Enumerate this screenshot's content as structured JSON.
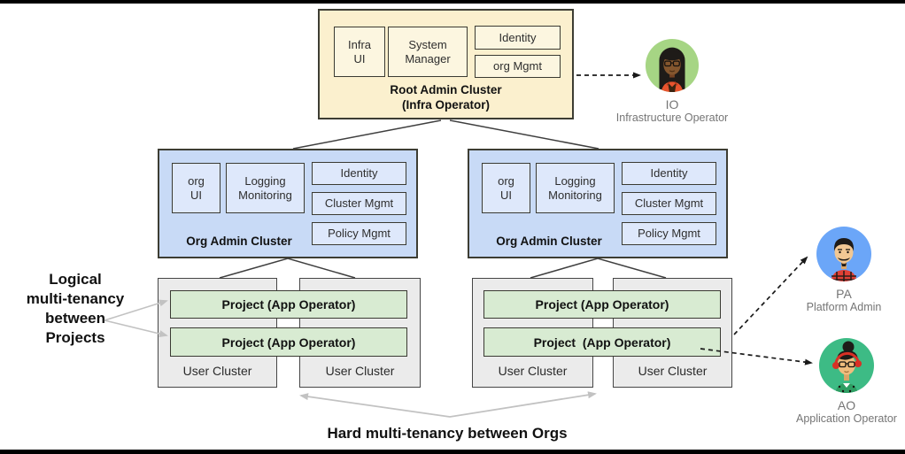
{
  "root_cluster": {
    "title": "Root Admin Cluster\n(Infra Operator)",
    "components": {
      "infra_ui": "Infra\nUI",
      "system_manager": "System\nManager",
      "identity": "Identity",
      "org_mgmt": "org Mgmt"
    }
  },
  "org_clusters": [
    {
      "title": "Org Admin Cluster",
      "components": {
        "org_ui": "org\nUI",
        "logging": "Logging\nMonitoring",
        "identity": "Identity",
        "cluster_mgmt": "Cluster Mgmt",
        "policy_mgmt": "Policy Mgmt"
      }
    },
    {
      "title": "Org Admin Cluster",
      "components": {
        "org_ui": "org\nUI",
        "logging": "Logging\nMonitoring",
        "identity": "Identity",
        "cluster_mgmt": "Cluster Mgmt",
        "policy_mgmt": "Policy Mgmt"
      }
    }
  ],
  "user_groups": [
    {
      "projects": [
        "Project (App Operator)",
        "Project (App Operator)"
      ],
      "clusters": [
        "User Cluster",
        "User Cluster"
      ]
    },
    {
      "projects": [
        "Project (App Operator)",
        "Project  (App Operator)"
      ],
      "clusters": [
        "User Cluster",
        "User Cluster"
      ]
    }
  ],
  "annotations": {
    "left_note": "Logical\nmulti-tenancy\nbetween\nProjects",
    "bottom_note": "Hard multi-tenancy between Orgs"
  },
  "actors": [
    {
      "initials": "IO",
      "role": "Infrastructure Operator",
      "circle_color": "#A6D584"
    },
    {
      "initials": "PA",
      "role": "Platform Admin",
      "circle_color": "#6BA6F8"
    },
    {
      "initials": "AO",
      "role": "Application Operator",
      "circle_color": "#3DBB85"
    }
  ],
  "colors": {
    "root_cluster_fill": "#FBF0CE",
    "org_cluster_fill": "#C8DAF6",
    "user_cluster_fill": "#EBEBEB",
    "project_fill": "#D8EBD2",
    "box_border": "#3D3D33",
    "gray_arrow": "#C2C2C2",
    "dashed_arrow": "#1A1A1A"
  }
}
